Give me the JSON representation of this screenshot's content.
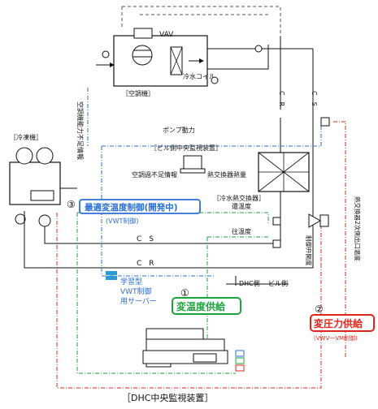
{
  "labels": {
    "vav": "VAV",
    "cooling_coil": "冷水コイル",
    "ahu": "［空調機］",
    "chiller": "［冷凍機］",
    "pump_power": "ポンプ動力",
    "building_monitor": "［ビル側中央監視装置］",
    "ac_shortage": "空調過不足情報",
    "hx_heat": "熱交換器熱量",
    "chilled_hx": "［冷水熱交換器］",
    "return_temp": "還温度",
    "supply_temp": "往温度",
    "cs": "C　S",
    "cr": "C　R",
    "cr_vertical": "C　R",
    "cs_vertical": "C　S",
    "dhc_side": "DHC側",
    "building_side": "ビル側",
    "valve_opening": "制御弁開度",
    "hx_secondary_outlet": "熱交換器2次側出口温度",
    "ahu_capacity": "空調機能力不足情報",
    "learning_server": "学習型\nVWT制御\n用サーバー",
    "dhc_monitor": "［DHC中央監視装置］"
  },
  "callouts": {
    "c1": {
      "number": "①",
      "label": "変温度供給",
      "color": "#1aa53a"
    },
    "c2": {
      "number": "②",
      "label": "変圧力供給",
      "sub": "(VWV一VM制御)",
      "color": "#e0261c"
    },
    "c3": {
      "number": "③",
      "label": "最適変温度制御(開発中)",
      "sub": "(VWT制御)",
      "color": "#2a6fd6"
    }
  },
  "colors": {
    "black": "#111111",
    "gray": "#8a8a8a",
    "blue": "#2a6fd6",
    "green": "#1aa53a",
    "red": "#e0261c",
    "cyan": "#2a9ad6"
  }
}
